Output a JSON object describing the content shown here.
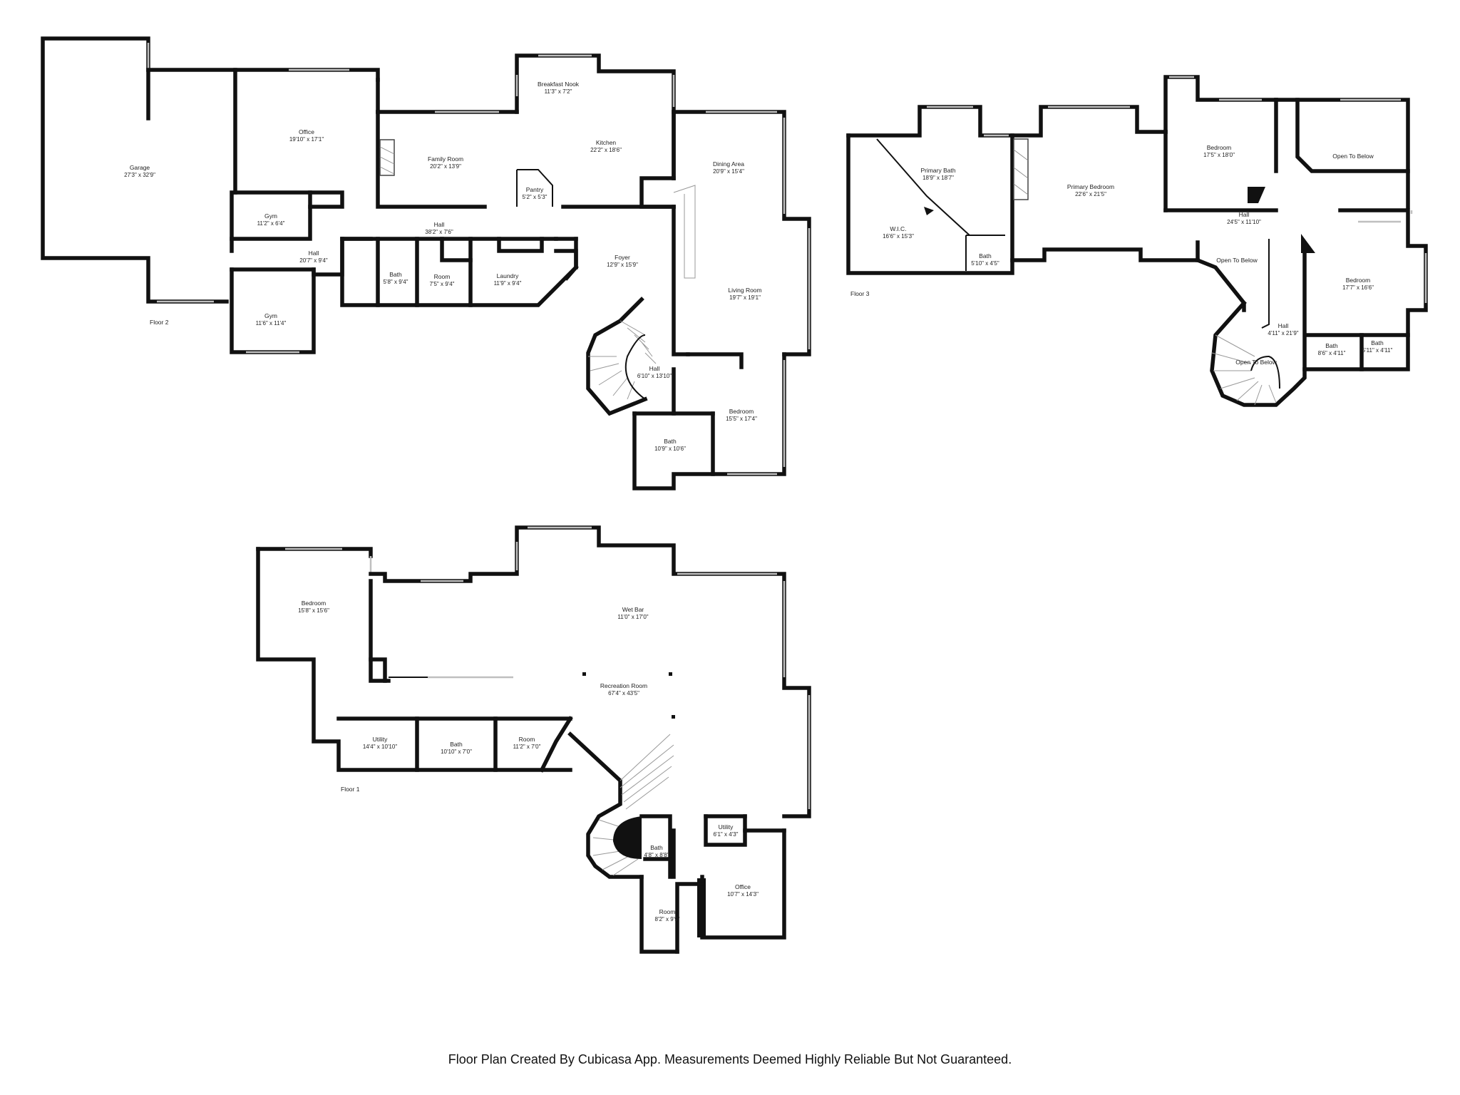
{
  "floors": {
    "floor2": {
      "label": "Floor 2",
      "rooms": [
        {
          "id": "garage",
          "name": "Garage",
          "dim": "27'3\" x 32'9\""
        },
        {
          "id": "office",
          "name": "Office",
          "dim": "19'10\" x 17'1\""
        },
        {
          "id": "gym-top",
          "name": "Gym",
          "dim": "11'2\" x 6'4\""
        },
        {
          "id": "gym-bottom",
          "name": "Gym",
          "dim": "11'6\" x 11'4\""
        },
        {
          "id": "hall-west",
          "name": "Hall",
          "dim": "20'7\" x 9'4\""
        },
        {
          "id": "hall-central",
          "name": "Hall",
          "dim": "38'2\" x 7'6\""
        },
        {
          "id": "family-room",
          "name": "Family Room",
          "dim": "20'2\" x 13'9\""
        },
        {
          "id": "breakfast-nook",
          "name": "Breakfast Nook",
          "dim": "11'3\" x 7'2\""
        },
        {
          "id": "kitchen",
          "name": "Kitchen",
          "dim": "22'2\" x 18'6\""
        },
        {
          "id": "pantry",
          "name": "Pantry",
          "dim": "5'2\" x 5'3\""
        },
        {
          "id": "bath-small",
          "name": "Bath",
          "dim": "5'8\" x 9'4\""
        },
        {
          "id": "room",
          "name": "Room",
          "dim": "7'5\" x 9'4\""
        },
        {
          "id": "laundry",
          "name": "Laundry",
          "dim": "11'9\" x 9'4\""
        },
        {
          "id": "foyer",
          "name": "Foyer",
          "dim": "12'9\" x 15'9\""
        },
        {
          "id": "dining-area",
          "name": "Dining Area",
          "dim": "20'9\" x 15'4\""
        },
        {
          "id": "living-room",
          "name": "Living Room",
          "dim": "19'7\" x 19'1\""
        },
        {
          "id": "hall-stair",
          "name": "Hall",
          "dim": "6'10\" x 13'10\""
        },
        {
          "id": "bedroom",
          "name": "Bedroom",
          "dim": "15'5\" x 17'4\""
        },
        {
          "id": "bath-large",
          "name": "Bath",
          "dim": "10'9\" x 10'6\""
        }
      ]
    },
    "floor3": {
      "label": "Floor 3",
      "rooms": [
        {
          "id": "primary-bath",
          "name": "Primary Bath",
          "dim": "18'9\" x 18'7\""
        },
        {
          "id": "wic",
          "name": "W.I.C.",
          "dim": "16'6\" x 15'3\""
        },
        {
          "id": "bath-wic",
          "name": "Bath",
          "dim": "5'10\" x 4'5\""
        },
        {
          "id": "primary-bedroom",
          "name": "Primary Bedroom",
          "dim": "22'6\" x 21'5\""
        },
        {
          "id": "bedroom-north",
          "name": "Bedroom",
          "dim": "17'5\" x 18'0\""
        },
        {
          "id": "open-below-ne",
          "name": "Open To Below",
          "dim": ""
        },
        {
          "id": "hall-upper",
          "name": "Hall",
          "dim": "24'5\" x 11'10\""
        },
        {
          "id": "open-below-mid",
          "name": "Open To Below",
          "dim": ""
        },
        {
          "id": "bedroom-east",
          "name": "Bedroom",
          "dim": "17'7\" x 16'6\""
        },
        {
          "id": "hall-upper-stair",
          "name": "Hall",
          "dim": "4'11\" x 21'9\""
        },
        {
          "id": "open-below-stair",
          "name": "Open To Below",
          "dim": ""
        },
        {
          "id": "bath-3a",
          "name": "Bath",
          "dim": "8'6\" x 4'11\""
        },
        {
          "id": "bath-3b",
          "name": "Bath",
          "dim": "5'11\" x 4'11\""
        }
      ]
    },
    "floor1": {
      "label": "Floor 1",
      "rooms": [
        {
          "id": "bedroom-lower",
          "name": "Bedroom",
          "dim": "15'8\" x 15'6\""
        },
        {
          "id": "wet-bar",
          "name": "Wet Bar",
          "dim": "11'0\" x 17'0\""
        },
        {
          "id": "recreation-room",
          "name": "Recreation Room",
          "dim": "67'4\" x 43'5\""
        },
        {
          "id": "utility-west",
          "name": "Utility",
          "dim": "14'4\" x 10'10\""
        },
        {
          "id": "bath-lower",
          "name": "Bath",
          "dim": "10'10\" x 7'0\""
        },
        {
          "id": "room-lower",
          "name": "Room",
          "dim": "11'2\" x 7'0\""
        },
        {
          "id": "bath-lower-small",
          "name": "Bath",
          "dim": "4'8\" x 8'8\""
        },
        {
          "id": "utility-east",
          "name": "Utility",
          "dim": "6'1\" x 4'3\""
        },
        {
          "id": "office-lower",
          "name": "Office",
          "dim": "10'7\" x 14'3\""
        },
        {
          "id": "room-lower-south",
          "name": "Room",
          "dim": "8'2\" x 9'9\""
        }
      ]
    }
  },
  "caption": "Floor Plan Created By Cubicasa App. Measurements Deemed Highly Reliable But Not Guaranteed."
}
